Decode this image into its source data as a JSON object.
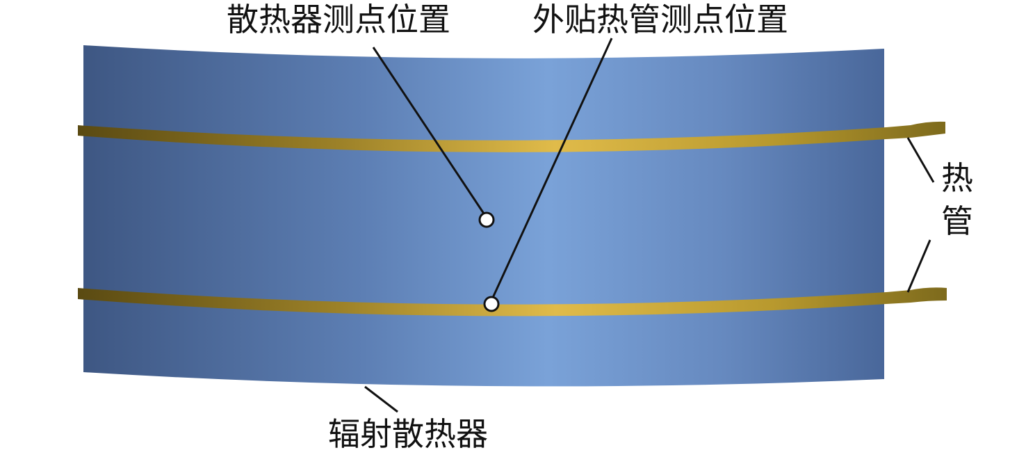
{
  "labels": {
    "radiator_point": "散热器测点位置",
    "pipe_point": "外贴热管测点位置",
    "heat_pipe_1": "热",
    "heat_pipe_2": "管",
    "radiator": "辐射散热器"
  },
  "colors": {
    "panel_dark": "#3e5783",
    "panel_light": "#7aa2d8",
    "pipe_dark": "#6b5a18",
    "pipe_light": "#e0bb4a"
  }
}
